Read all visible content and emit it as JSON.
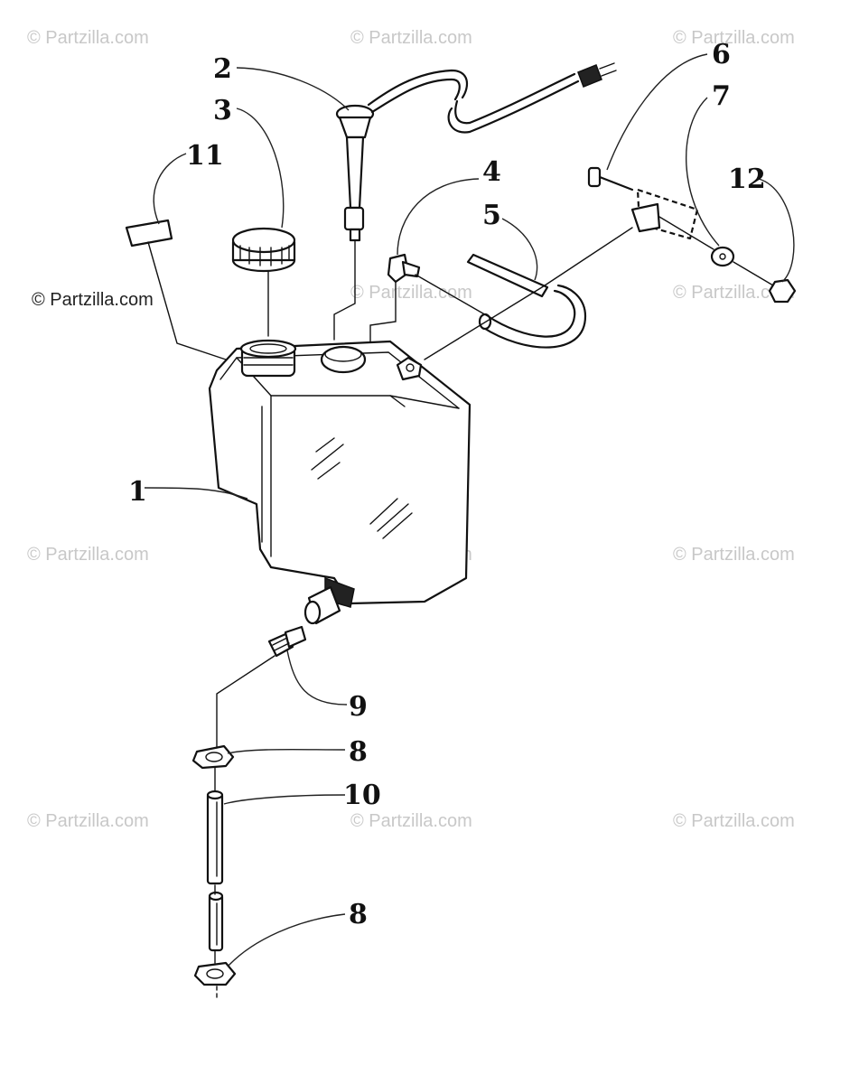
{
  "watermark_text": "© Partzilla.com",
  "copyright_text": "© Partzilla.com",
  "callouts": {
    "c1": "1",
    "c2": "2",
    "c3": "3",
    "c4": "4",
    "c5": "5",
    "c6": "6",
    "c7": "7",
    "c8a": "8",
    "c8b": "8",
    "c9": "9",
    "c10": "10",
    "c11": "11",
    "c12": "12"
  },
  "colors": {
    "ink": "#111111",
    "watermark": "#c8c8c8",
    "background": "#ffffff"
  }
}
